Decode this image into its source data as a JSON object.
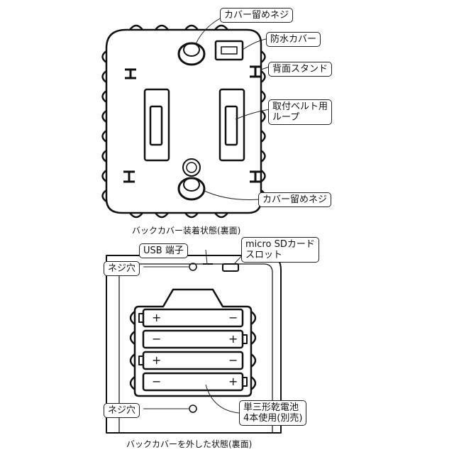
{
  "diagram_1": {
    "callouts": {
      "cover_screw_top": "カバー留めネジ",
      "waterproof_cover": "防水カバー",
      "back_stand": "背面スタンド",
      "belt_loop_line1": "取付ベルト用",
      "belt_loop_line2": "ループ",
      "cover_screw_bottom": "カバー留めネジ"
    },
    "caption": "バックカバー装着状態(裏面)"
  },
  "diagram_2": {
    "callouts": {
      "usb_port": "USB 端子",
      "sd_slot_line1": "micro SDカード",
      "sd_slot_line2": "スロット",
      "screw_hole_top": "ネジ穴",
      "screw_hole_bottom": "ネジ穴",
      "battery_line1": "単三形乾電池",
      "battery_line2": "4本使用(別売)"
    },
    "batteries": [
      {
        "left": "+",
        "right": "−"
      },
      {
        "left": "−",
        "right": "+"
      },
      {
        "left": "+",
        "right": "−"
      },
      {
        "left": "−",
        "right": "+"
      }
    ],
    "caption": "バックカバーを外した状態(裏面)"
  }
}
